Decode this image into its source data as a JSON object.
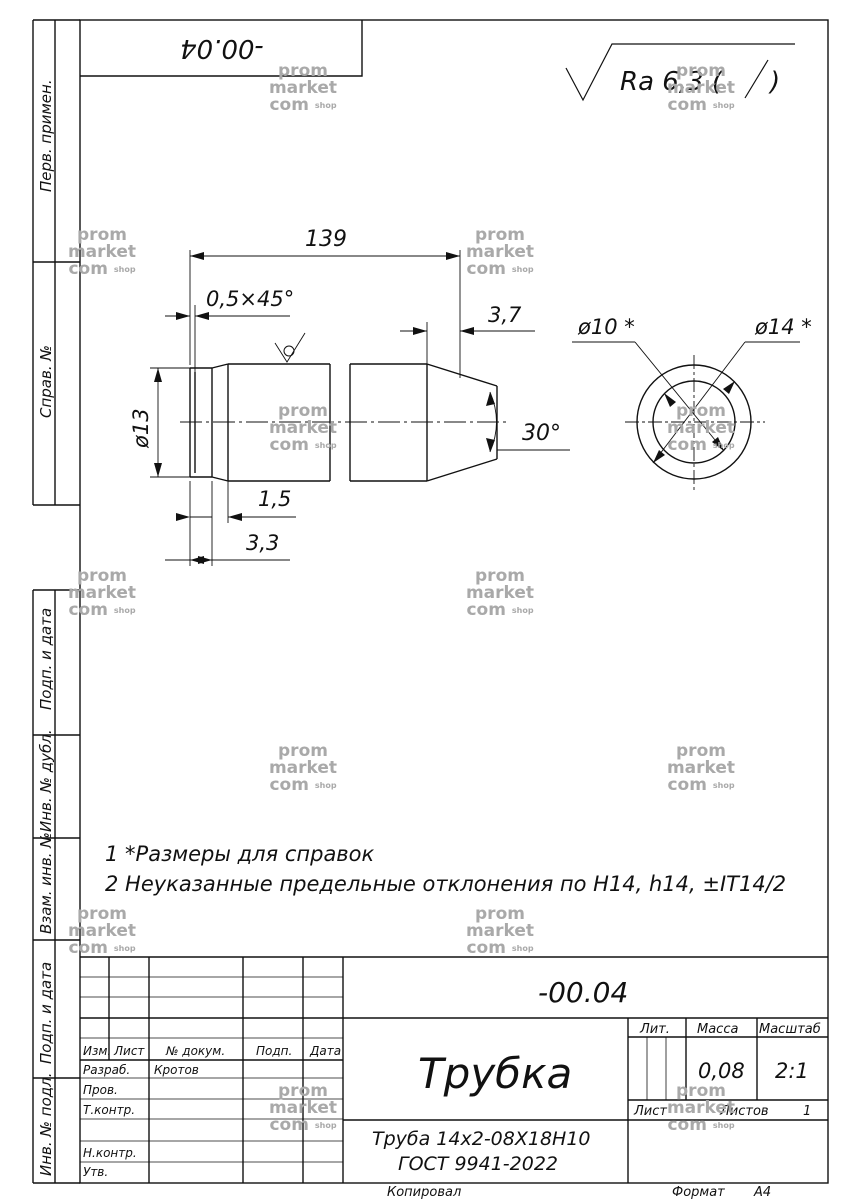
{
  "side_strip": {
    "perv_primen": "Перв. примен.",
    "sprav_no": "Справ. №",
    "podp_data_1": "Подп. и дата",
    "inv_dubl": "Инв. № дубл.",
    "vzam_inv": "Взам. инв. №",
    "podp_data_2": "Подп. и дата",
    "inv_podl": "Инв. № подл."
  },
  "top_box": {
    "code": "-00.04"
  },
  "roughness": {
    "label": "Ra 6,3 (",
    "close": ")"
  },
  "dimensions": {
    "length_139": "139",
    "chamfer": "0,5×45°",
    "d3_7": "3,7",
    "dia13": "ø13",
    "d1_5": "1,5",
    "d3_3": "3,3",
    "angle30": "30°",
    "dia10": "ø10 *",
    "dia14": "ø14 *"
  },
  "notes": [
    "1  *Размеры для справок",
    "2  Неуказанные предельные отклонения по H14, h14, ±IT14/2"
  ],
  "title_block": {
    "designation": "-00.04",
    "name": "Трубка",
    "material_line1": "Труба 14x2-08X18H10",
    "material_line2": "ГОСТ 9941-2022",
    "col_izm": "Изм.",
    "col_list": "Лист",
    "col_doc": "№ докум.",
    "col_podp": "Подп.",
    "col_data": "Дата",
    "razrab": "Разраб.",
    "razrab_name": "Кротов",
    "prov": "Пров.",
    "tkontr": "Т.контр.",
    "nkontr": "Н.контр.",
    "utv": "Утв.",
    "lit": "Лит.",
    "massa": "Масса",
    "masshtab": "Масштаб",
    "mass_value": "0,08",
    "scale_value": "2:1",
    "list_label": "Лист",
    "listov_label": "Листов",
    "listov_value": "1"
  },
  "footer": {
    "kopiroval": "Копировал",
    "format_label": "Формат",
    "format_value": "A4"
  },
  "watermark": {
    "line1": "prom",
    "line2": "market",
    "line3": "com",
    "small": "shop"
  }
}
